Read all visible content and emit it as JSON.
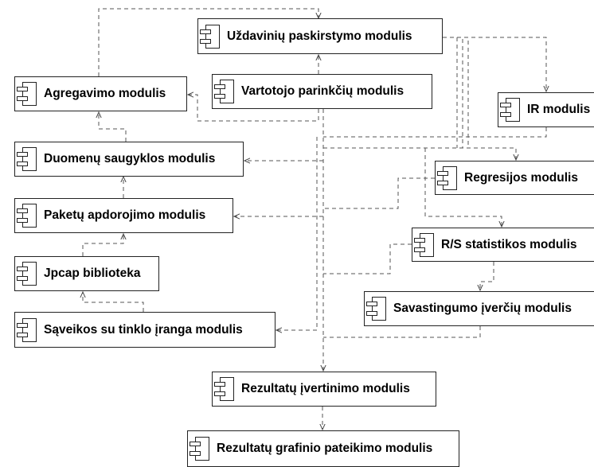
{
  "modules": {
    "uzdaviniu": "Uždavinių paskirstymo modulis",
    "agregavimo": "Agregavimo modulis",
    "vartotojo": "Vartotojo parinkčių modulis",
    "ir": "IR modulis",
    "duomenu": "Duomenų saugyklos modulis",
    "regresijos": "Regresijos modulis",
    "paketu": "Paketų apdorojimo modulis",
    "rs": "R/S statistikos modulis",
    "jpcap": "Jpcap biblioteka",
    "savastingumo": "Savastingumo įverčių modulis",
    "saveikos": "Sąveikos su tinklo įranga modulis",
    "rezultatu_ivertinimo": "Rezultatų įvertinimo modulis",
    "rezultatu_grafinio": "Rezultatų grafinio pateikimo modulis"
  },
  "colors": {
    "line": "#555555",
    "border": "#222222"
  }
}
